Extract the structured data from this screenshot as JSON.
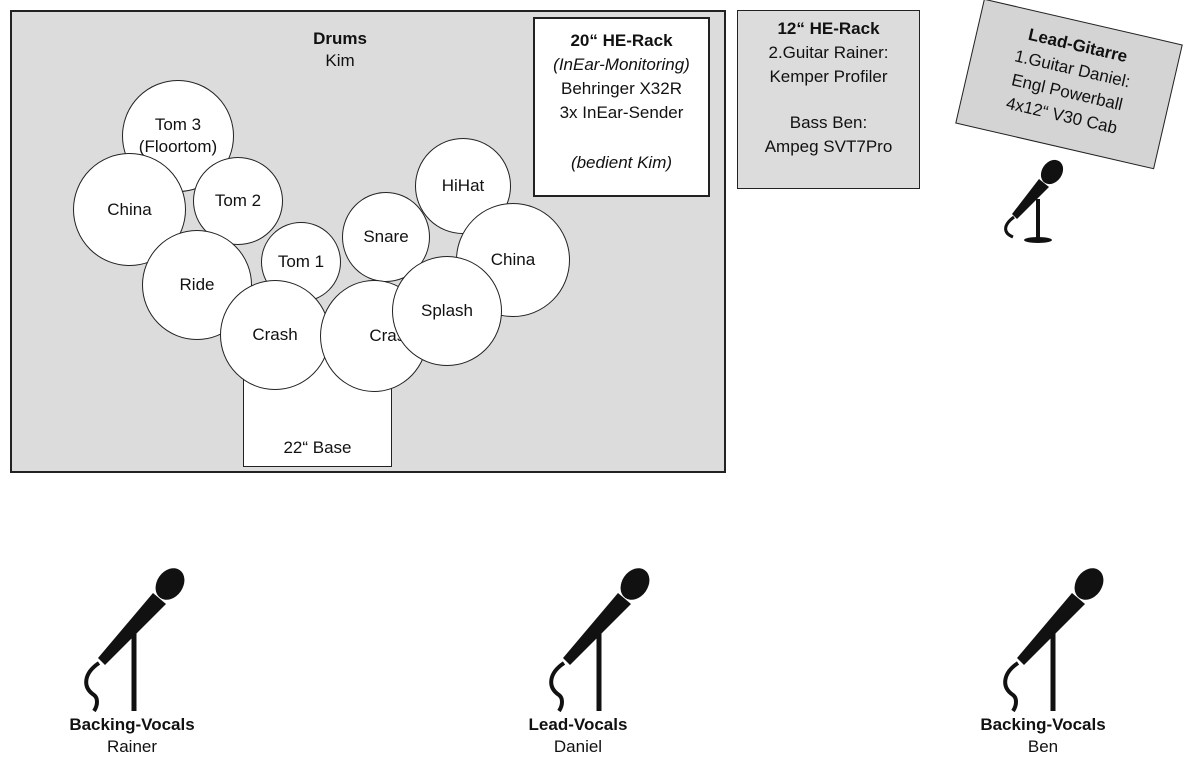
{
  "drums": {
    "title": "Drums",
    "player": "Kim",
    "pieces": {
      "tom3_line1": "Tom 3",
      "tom3_line2": "(Floortom)",
      "china_left": "China",
      "tom2": "Tom 2",
      "tom1": "Tom 1",
      "ride": "Ride",
      "snare": "Snare",
      "hihat": "HiHat",
      "china_right": "China",
      "crash_left": "Crash",
      "crash_right": "Crash",
      "splash": "Splash",
      "kick": "22“ Base"
    }
  },
  "rack20": {
    "title": "20“ HE-Rack",
    "subtitle": "(InEar-Monitoring)",
    "line1": "Behringer X32R",
    "line2": "3x InEar-Sender",
    "note": "(bedient Kim)"
  },
  "rack12": {
    "title": "12“ HE-Rack",
    "line1": "2.Guitar Rainer:",
    "line2": "Kemper Profiler",
    "line3": "Bass Ben:",
    "line4": "Ampeg SVT7Pro"
  },
  "lead_guitar": {
    "title": "Lead-Gitarre",
    "line1": "1.Guitar Daniel:",
    "line2": "Engl Powerball",
    "line3": "4x12“ V30 Cab"
  },
  "mics": [
    {
      "role": "Backing-Vocals",
      "name": "Rainer",
      "icon": "microphone-icon"
    },
    {
      "role": "Lead-Vocals",
      "name": "Daniel",
      "icon": "microphone-icon"
    },
    {
      "role": "Backing-Vocals",
      "name": "Ben",
      "icon": "microphone-icon"
    }
  ],
  "colors": {
    "area_fill": "#dcdcdc",
    "outline": "#222222"
  }
}
